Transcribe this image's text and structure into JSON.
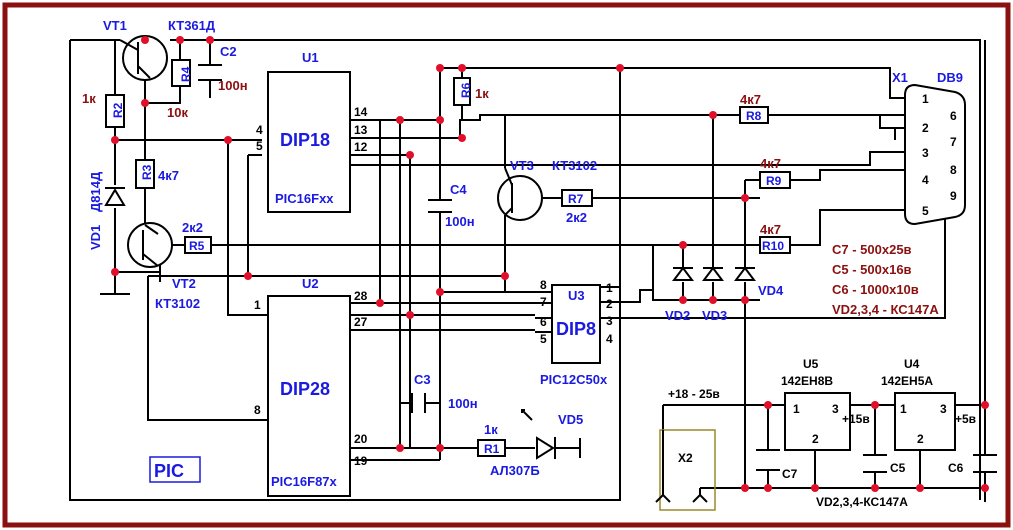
{
  "labels": {
    "vt1": "VT1",
    "vt1_type": "КТ361Д",
    "vt2": "VT2",
    "vt2_type": "КТ3102",
    "vt3": "VT3",
    "vt3_type": "КТ3102",
    "vd1": "VD1",
    "vd1_type": "Д814Д",
    "r2": "R2",
    "r2_val": "1к",
    "r3": "R3",
    "r3_val": "4к7",
    "r4": "R4",
    "r4_val": "10к",
    "r5": "R5",
    "r5_val": "2к2",
    "r6": "R6",
    "r6_val": "1к",
    "r7": "R7",
    "r7_val": "2к2",
    "r8": "R8",
    "r8_val": "4к7",
    "r9": "R9",
    "r9_val": "4к7",
    "r10": "R10",
    "r10_val": "4к7",
    "r1": "R1",
    "r1_val": "1к",
    "c2": "C2",
    "c2_val": "100н",
    "c3": "C3",
    "c3_val": "100н",
    "c4": "C4",
    "c4_val": "100н",
    "c5": "C5",
    "c6": "C6",
    "c7": "C7",
    "u1": "U1",
    "u1_chip": "DIP18",
    "u1_part": "PIC16Fxx",
    "u2": "U2",
    "u2_chip": "DIP28",
    "u2_part": "PIC16F87x",
    "u3": "U3",
    "u3_chip": "DIP8",
    "u3_part": "PIC12C50x",
    "u4": "U4",
    "u4_part": "142ЕН5А",
    "u5": "U5",
    "u5_part": "142ЕН8В",
    "x1": "X1",
    "x1_type": "DB9",
    "x2": "X2",
    "vd2": "VD2",
    "vd3": "VD3",
    "vd4": "VD4",
    "vd5": "VD5",
    "vd5_type": "АЛ307Б",
    "supply": "+18 - 25в",
    "plus15": "+15в",
    "plus5": "+5в",
    "pic": "PIC",
    "notes": [
      "C7 - 500x25в",
      "C5 - 500x16в",
      "C6 - 1000x10в",
      "VD2,3,4 - КС147А"
    ],
    "bottom_note": "VD2,3,4-КС147А"
  },
  "pins": {
    "u1": [
      "4",
      "5",
      "14",
      "13",
      "12"
    ],
    "u2": [
      "1",
      "8",
      "28",
      "27",
      "20",
      "19"
    ],
    "u3_left": [
      "8",
      "7",
      "6",
      "5"
    ],
    "u3_right": [
      "1",
      "2",
      "3",
      "4"
    ],
    "db9_left": [
      "1",
      "2",
      "3",
      "4",
      "5"
    ],
    "db9_right": [
      "6",
      "7",
      "8",
      "9"
    ],
    "reg": [
      "1",
      "2",
      "3"
    ]
  },
  "colors": {
    "frame": "#8b1010",
    "label_blue": "#1a1ae0",
    "label_red": "#8b1010",
    "node": "#e0102a"
  }
}
